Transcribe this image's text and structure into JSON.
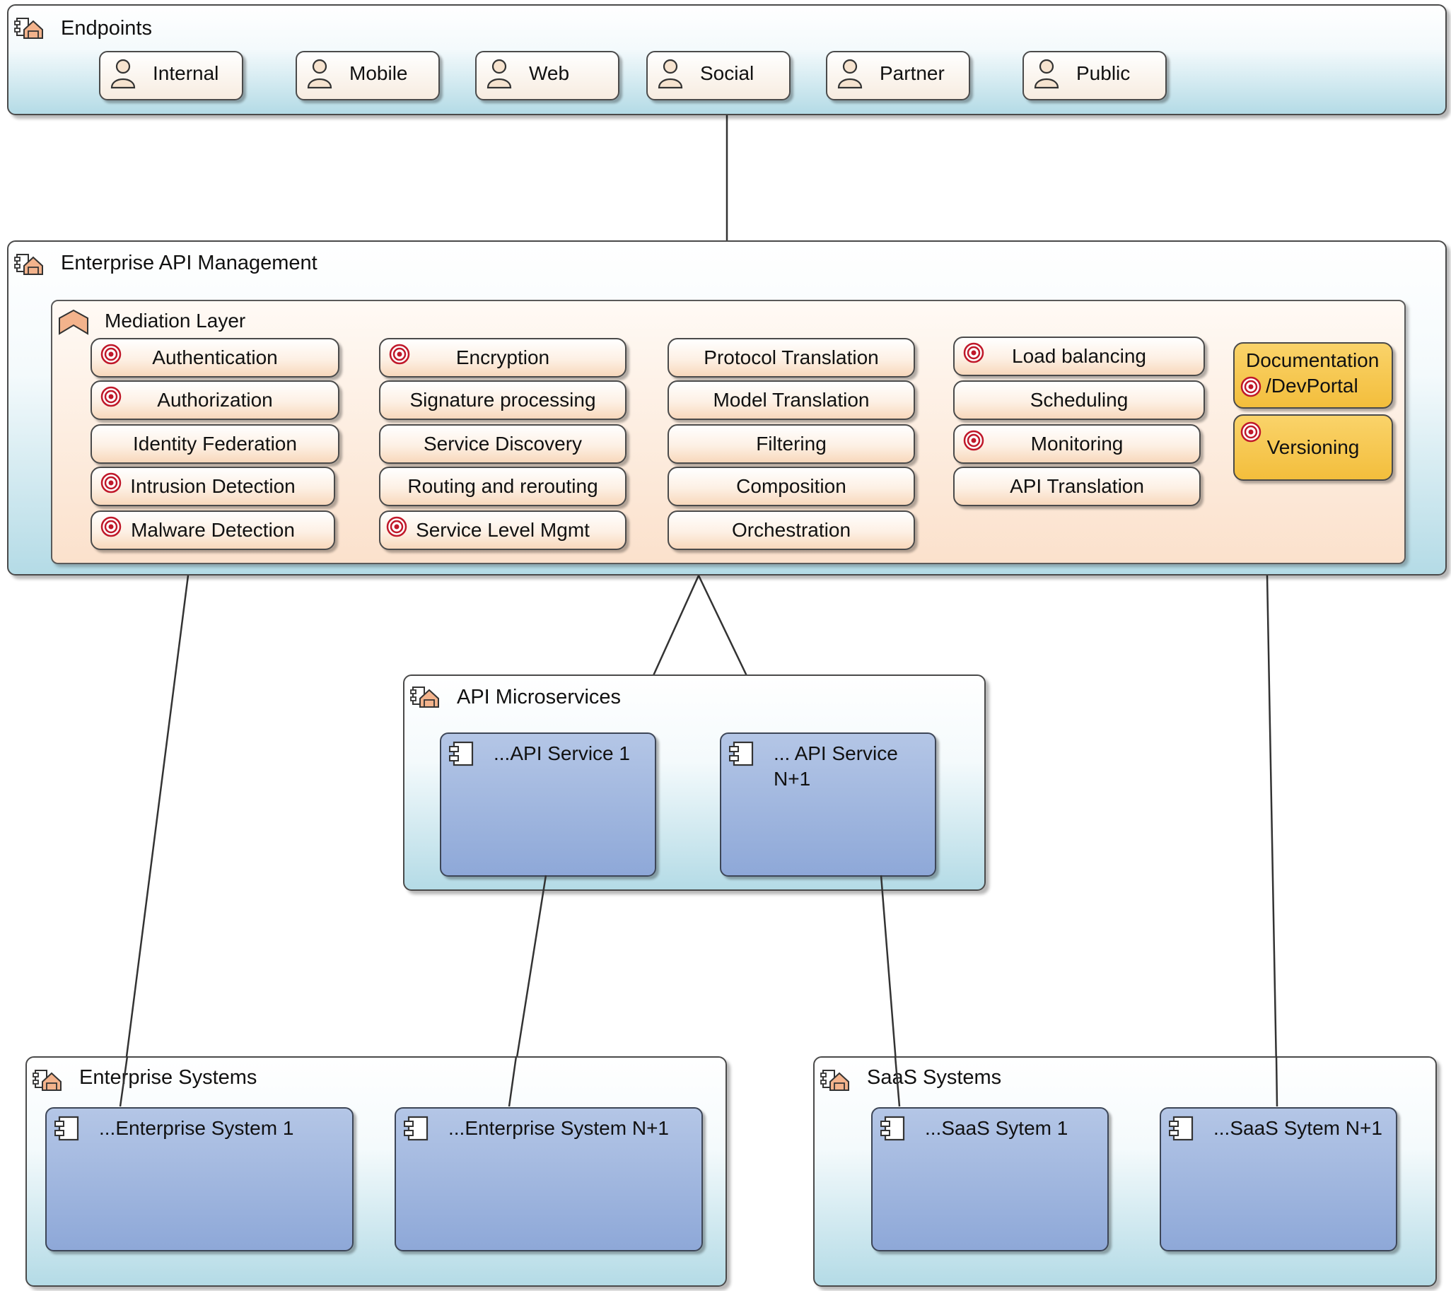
{
  "endpoints": {
    "title": "Endpoints",
    "items": [
      "Internal",
      "Mobile",
      "Web",
      "Social",
      "Partner",
      "Public"
    ]
  },
  "eam": {
    "title": "Enterprise API Management",
    "mediation": {
      "title": "Mediation Layer",
      "col1": [
        "Authentication",
        "Authorization",
        "Identity Federation",
        "Intrusion Detection",
        "Malware Detection"
      ],
      "col2": [
        "Encryption",
        "Signature processing",
        "Service Discovery",
        "Routing and rerouting",
        "Service Level Mgmt"
      ],
      "col3": [
        "Protocol Translation",
        "Model Translation",
        "Filtering",
        "Composition",
        "Orchestration"
      ],
      "col4": [
        "Load balancing",
        "Scheduling",
        "Monitoring",
        "API Translation"
      ],
      "col5": {
        "documentation_line1": "Documentation",
        "documentation_line2": "/DevPortal",
        "versioning": "Versioning"
      }
    }
  },
  "microservices": {
    "title": "API Microservices",
    "service1": "...API Service 1",
    "serviceN_line1": "... API Service",
    "serviceN_line2": "N+1"
  },
  "enterprise": {
    "title": "Enterprise Systems",
    "system1": "...Enterprise System 1",
    "systemN": "...Enterprise System N+1"
  },
  "saas": {
    "title": "SaaS Systems",
    "system1": "...SaaS Sytem 1",
    "systemN": "...SaaS Sytem N+1"
  },
  "colors": {
    "group_bottom": "#b4dbe6",
    "mediation_bottom": "#fbe1cc",
    "component_blue": "#8ea8d8",
    "goal_yellow": "#f3be3c",
    "goal_target_red": "#c0182a"
  },
  "icons": {
    "group": "collaboration-group-icon",
    "mediation": "layer-chevron-icon",
    "actor": "actor-icon",
    "target": "goal-target-icon",
    "component": "component-icon"
  }
}
